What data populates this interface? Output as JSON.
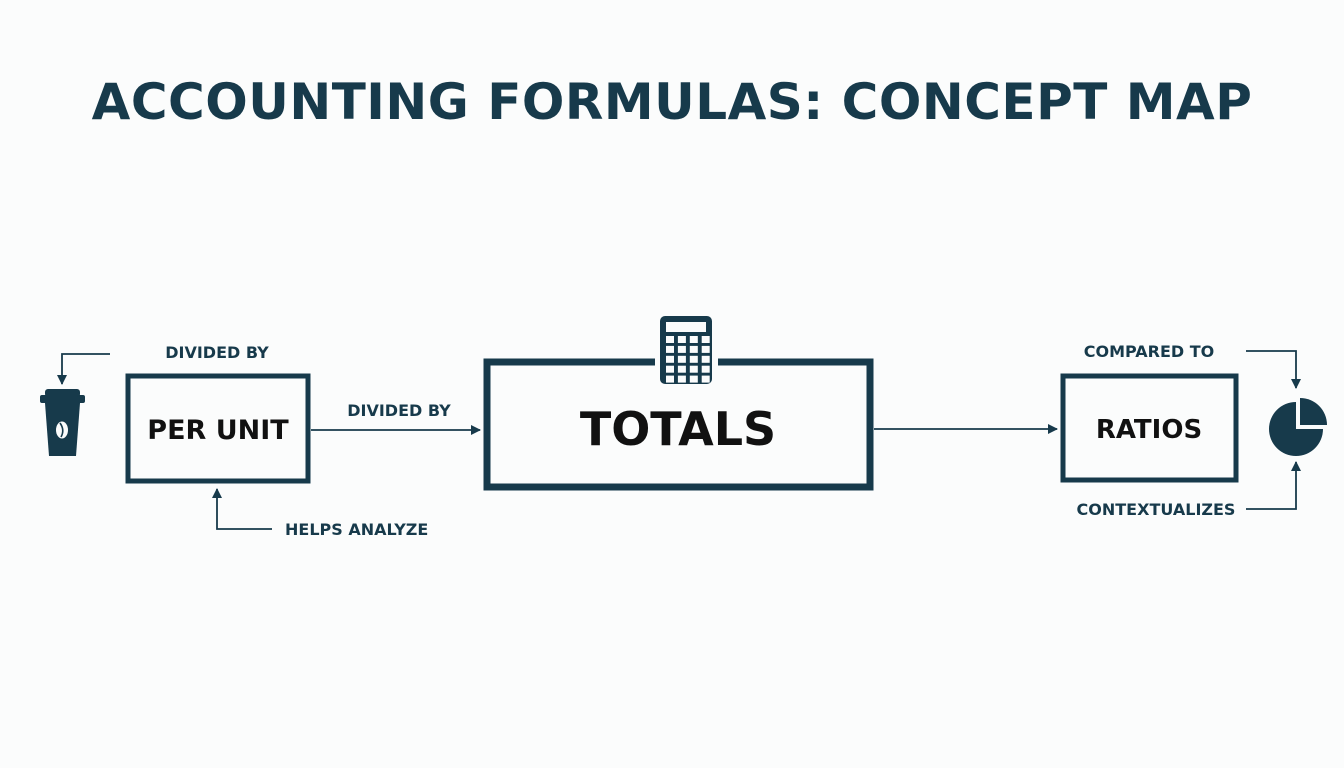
{
  "title": "ACCOUNTING FORMULAS: CONCEPT MAP",
  "colors": {
    "primary": "#173a4b",
    "text": "#111111",
    "background": "#fbfcfc"
  },
  "nodes": {
    "per_unit": "PER UNIT",
    "totals": "TOTALS",
    "ratios": "RATIOS"
  },
  "edges": {
    "divided_by_top": "DIVIDED BY",
    "divided_by_middle": "DIVIDED BY",
    "helps_analyze": "HELPS ANALYZE",
    "compared_to": "COMPARED TO",
    "contextualizes": "CONTEXTUALIZES"
  },
  "icons": {
    "left": "coffee-cup-icon",
    "center": "calculator-icon",
    "right": "pie-chart-icon"
  }
}
